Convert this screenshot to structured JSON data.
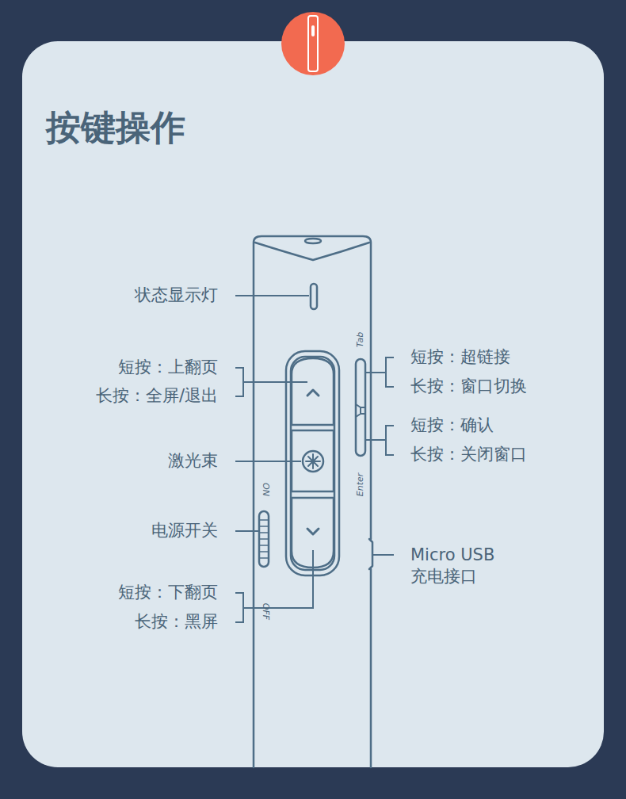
{
  "diagram": {
    "title": "按键操作",
    "labels": [
      "状态显示灯",
      "短按：上翻页",
      "长按：全屏/退出",
      "激光束",
      "ON",
      "电源开关",
      "OFF",
      "短按：下翻页",
      "长按：黑屏",
      "Tab",
      "短按：超链接",
      "长按：窗口切换",
      "短按：确认",
      "长按：关闭窗口",
      "Enter",
      "Micro USB 充电接口"
    ]
  }
}
